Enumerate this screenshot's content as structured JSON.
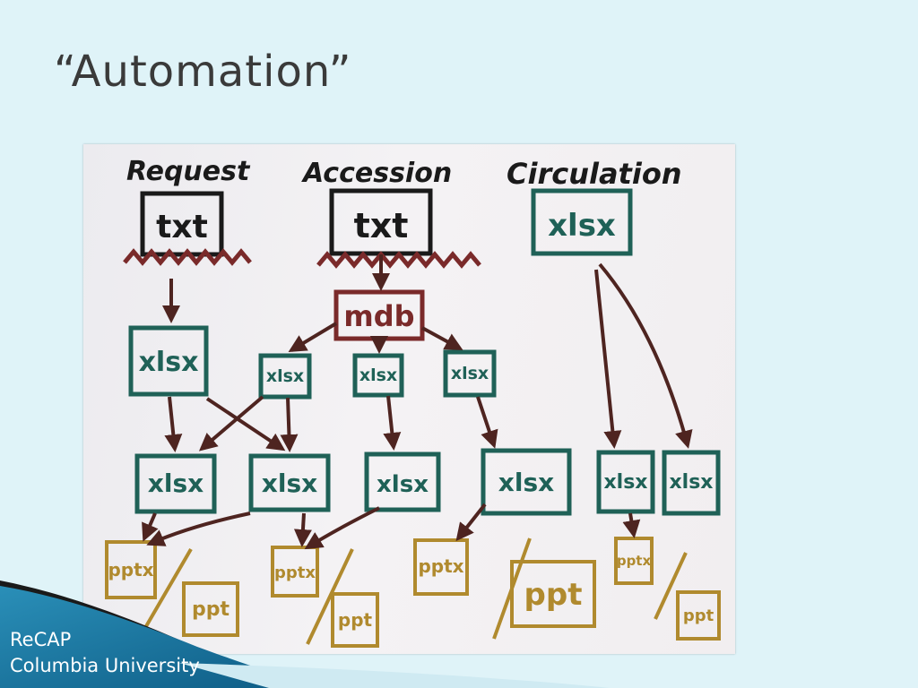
{
  "slide": {
    "title": "“Automation”",
    "footer": {
      "org": "ReCAP",
      "university": "Columbia University"
    }
  },
  "diagram": {
    "columns": {
      "request": "Request",
      "accession": "Accession",
      "circulation": "Circulation"
    },
    "boxes": {
      "request_source": "txt",
      "accession_source": "txt",
      "circulation_source": "xlsx",
      "database": "mdb",
      "request_xlsx": "xlsx",
      "accession_xlsx_1": "xlsx",
      "accession_xlsx_2": "xlsx",
      "accession_xlsx_3": "xlsx",
      "output_xlsx_1": "xlsx",
      "output_xlsx_2": "xlsx",
      "output_xlsx_3": "xlsx",
      "output_xlsx_4": "xlsx",
      "circulation_xlsx_1": "xlsx",
      "circulation_xlsx_2": "xlsx",
      "pptx_1": "pptx",
      "ppt_1": "ppt",
      "pptx_2": "pptx",
      "ppt_2": "ppt",
      "pptx_3": "pptx",
      "ppt_3": "ppt",
      "pptx_4": "pptx",
      "ppt_4": "ppt"
    },
    "colors": {
      "black_ink": "#1a1a1a",
      "teal_ink": "#1f6157",
      "maroon_ink": "#7a2a2a",
      "brown_arrow": "#4e2420",
      "gold_ink": "#b08a2e"
    }
  }
}
